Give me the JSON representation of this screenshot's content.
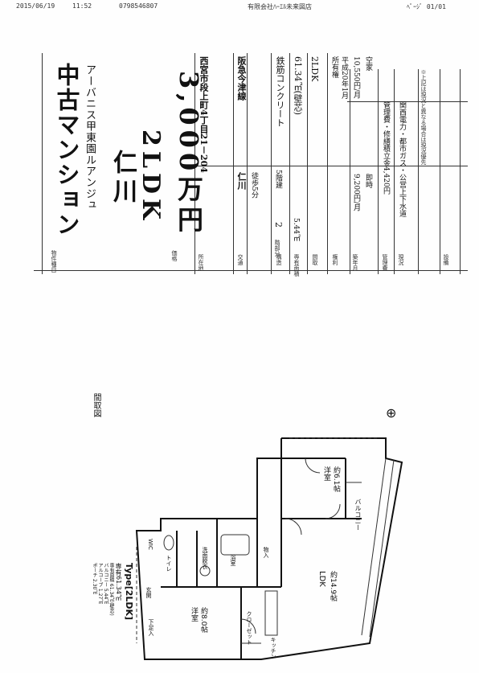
{
  "fax_header": {
    "date": "2015/06/19",
    "time": "11:52",
    "phone": "0798546807",
    "sender": "有限会社ﾊｰｴﾙ未来図店",
    "page": "ﾍﾟｰｼﾞ 01/01"
  },
  "flyer": {
    "category": "中古マンション",
    "building_name": "アーバニス甲東園ルアンジュ",
    "station": "仁川",
    "layout": "2LDK",
    "price": "3,000万円",
    "address": "西宮市段上町4丁目21－204",
    "traffic_line": "阪急今津線",
    "traffic_station": "仁川",
    "walk": "徒歩5分",
    "structure": "鉄筋コンクリート",
    "floors": "5階建",
    "floor_no": "2",
    "floor_suffix": "階部分",
    "area": "61.34㎡(壁芯)",
    "balcony": "5.44㎡",
    "layout2": "2LDK",
    "ownership": "所有権",
    "built": "平成20年1月",
    "management_fee": "10,550円/月",
    "reserve_fee": "9,200円/月",
    "status": "空家",
    "handover": "即時",
    "maintenance": "管理費・修繕積立金4,420円",
    "utilities": "関西電力・都市ガス・公営上下水道",
    "row_labels": [
      "物件種目",
      "価格",
      "所在地",
      "交通",
      "構造",
      "専有面積",
      "間取",
      "権利",
      "築年月",
      "管理費",
      "現況",
      "設備"
    ],
    "side_labels": [
      "交通",
      "駅",
      "階数",
      "バルコニー",
      "引渡",
      "修繕積立金"
    ],
    "note": "※上記は現況と異なる場合は現況優先"
  },
  "plan": {
    "title": "間取図",
    "type_label": "Type[2LDK]",
    "area_line": "専有61.34㎡",
    "notes": [
      "専有面積 61.34㎡(壁芯)",
      "バルコニー 5.44㎡",
      "アルコーブ 1.27㎡",
      "ポーチ 2.30㎡"
    ],
    "rooms": {
      "ldk": "LDK",
      "ldk_size": "約14.9帖",
      "western1": "洋室",
      "western1_size": "約8.0帖",
      "western2": "洋室",
      "western2_size": "約6.1帖",
      "bath": "浴室",
      "washroom": "洗面脱衣",
      "toilet": "トイレ",
      "kitchen": "キッチン",
      "entrance": "玄関",
      "balcony": "バルコニー",
      "closet": "クローゼット",
      "storage": "物入",
      "wic": "WIC",
      "shoes": "下足入"
    }
  }
}
